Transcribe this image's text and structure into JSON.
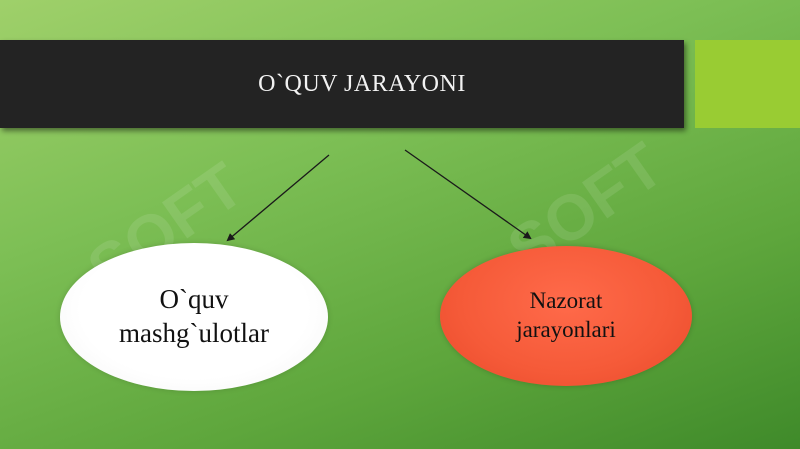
{
  "slide": {
    "title": "O`QUV JARAYONI",
    "colors": {
      "title_bar": "#232323",
      "accent_box": "#99cc33",
      "left_oval": "#ffffff",
      "right_oval": "#f55a38"
    }
  },
  "nodes": [
    {
      "line1": "O`quv",
      "line2": "mashg`ulotlar"
    },
    {
      "line1": "Nazorat",
      "line2": "jarayonlari"
    }
  ],
  "watermark": "SOFT"
}
